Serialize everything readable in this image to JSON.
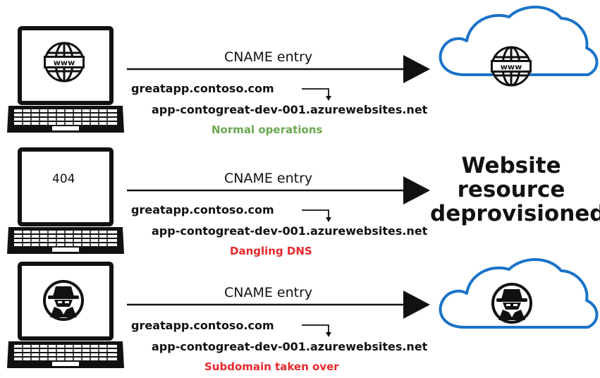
{
  "colors": {
    "normal": "#6aa84f",
    "dangling": "#e8282b",
    "takeover": "#e8282b",
    "cloud_stroke": "#1a73c8",
    "ink": "#111111"
  },
  "rows": [
    {
      "laptop_icon": "globe-www-icon",
      "cname_label": "CNAME entry",
      "domain": "greatapp.contoso.com",
      "target": "app-contogreat-dev-001.azurewebsites.net",
      "status": "Normal operations",
      "destination_icon": "cloud-globe-www-icon"
    },
    {
      "laptop_screen_text": "404",
      "cname_label": "CNAME entry",
      "domain": "greatapp.contoso.com",
      "target": "app-contogreat-dev-001.azurewebsites.net",
      "status": "Dangling DNS",
      "destination_lines": [
        "Website",
        "resource",
        "deprovisioned"
      ]
    },
    {
      "laptop_icon": "hacker-icon",
      "cname_label": "CNAME entry",
      "domain": "greatapp.contoso.com",
      "target": "app-contogreat-dev-001.azurewebsites.net",
      "status": "Subdomain taken over",
      "destination_icon": "cloud-hacker-icon"
    }
  ]
}
